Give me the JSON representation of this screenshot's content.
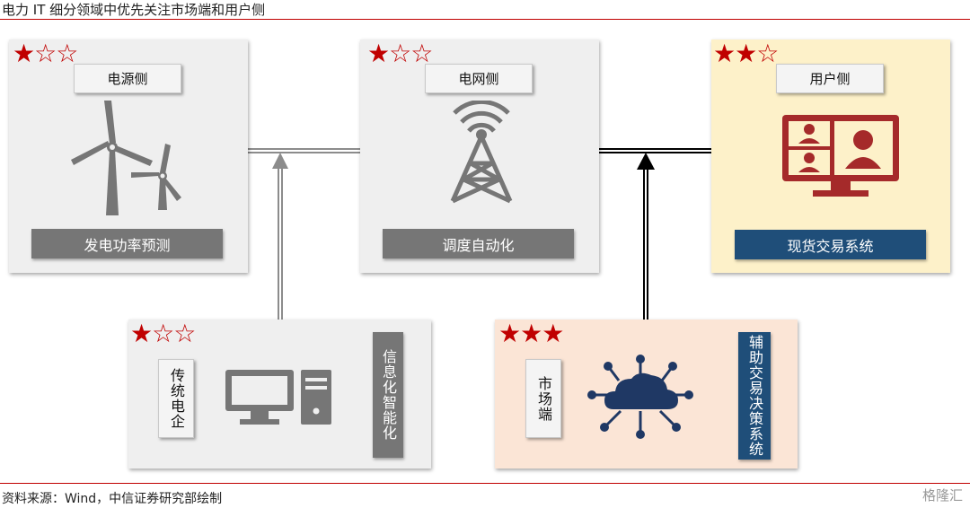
{
  "header": {
    "title": "电力 IT 细分领域中优先关注市场端和用户侧"
  },
  "footer": {
    "source": "资料来源：Wind，中信证券研究部绘制",
    "watermark": "格隆汇"
  },
  "panels": {
    "power_side": {
      "stars_on": "★",
      "stars_off": "☆☆",
      "label": "电源侧",
      "bar": "发电功率预测",
      "icon": "wind-turbine-icon"
    },
    "grid_side": {
      "stars_on": "★",
      "stars_off": "☆☆",
      "label": "电网侧",
      "bar": "调度自动化",
      "icon": "transmission-tower-icon"
    },
    "user_side": {
      "stars_on": "★★",
      "stars_off": "☆",
      "label": "用户侧",
      "bar": "现货交易系统",
      "icon": "video-conference-monitor-icon"
    },
    "traditional": {
      "stars_on": "★",
      "stars_off": "☆☆",
      "label": "传统电企",
      "bar": "信息化智能化",
      "icon": "desktop-computer-icon"
    },
    "market": {
      "stars_on": "★★★",
      "stars_off": "",
      "label": "市场端",
      "bar": "辅助交易决策系统",
      "icon": "cloud-network-icon"
    }
  },
  "colors": {
    "star": "#c00000",
    "gray_bar": "#767676",
    "blue_bar": "#1f4e79",
    "user_icon": "#a52a2a",
    "cloud_icon": "#1f3864",
    "rule": "#c00000"
  }
}
